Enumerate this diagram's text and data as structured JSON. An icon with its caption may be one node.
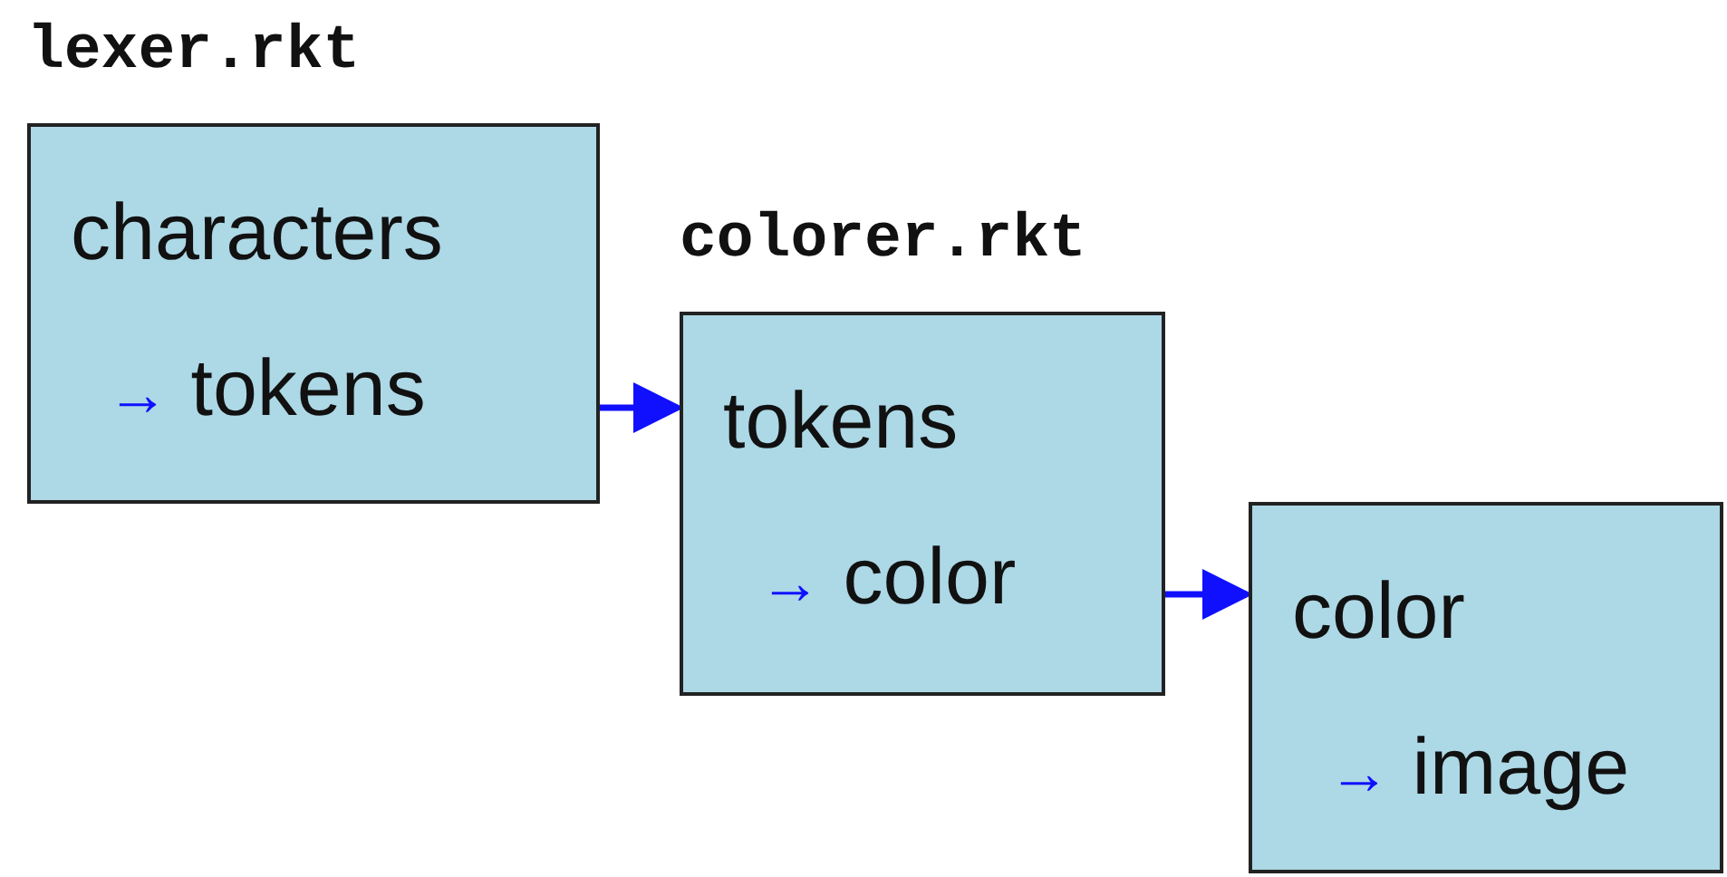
{
  "diagram": {
    "nodes": [
      {
        "text": [
          "lexer.rkt",
          "characters",
          "→ tokens"
        ]
      },
      {
        "text": [
          "colorer.rkt",
          "tokens",
          "→ color"
        ]
      },
      {
        "text": [
          "color",
          "→ image"
        ]
      }
    ],
    "edges": [
      {
        "from": 0,
        "to": 1,
        "arrow": "to"
      },
      {
        "from": 1,
        "to": 2,
        "arrow": "to"
      }
    ]
  }
}
